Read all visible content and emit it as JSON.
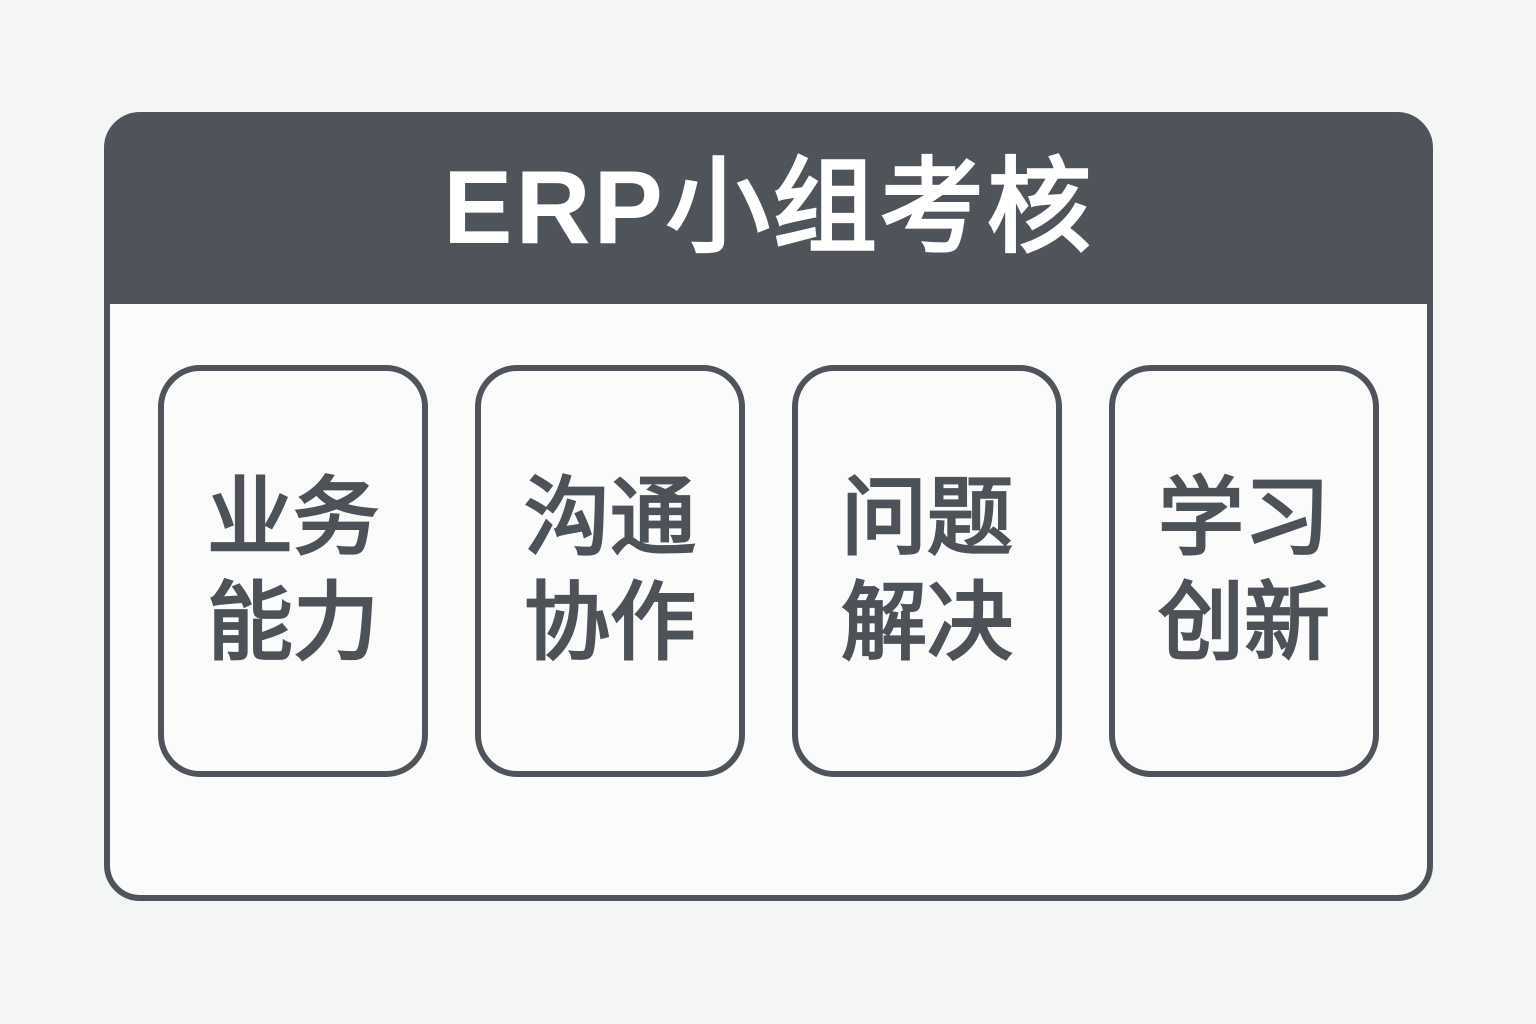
{
  "title": "ERP小组考核",
  "cards": [
    {
      "line1": "业务",
      "line2": "能力"
    },
    {
      "line1": "沟通",
      "line2": "协作"
    },
    {
      "line1": "问题",
      "line2": "解决"
    },
    {
      "line1": "学习",
      "line2": "创新"
    }
  ],
  "colors": {
    "page_bg": "#f4f5f5",
    "panel_bg": "#fbfbfc",
    "ink": "#4f545a",
    "title_color": "#ffffff",
    "card_text": "#4d5258"
  }
}
